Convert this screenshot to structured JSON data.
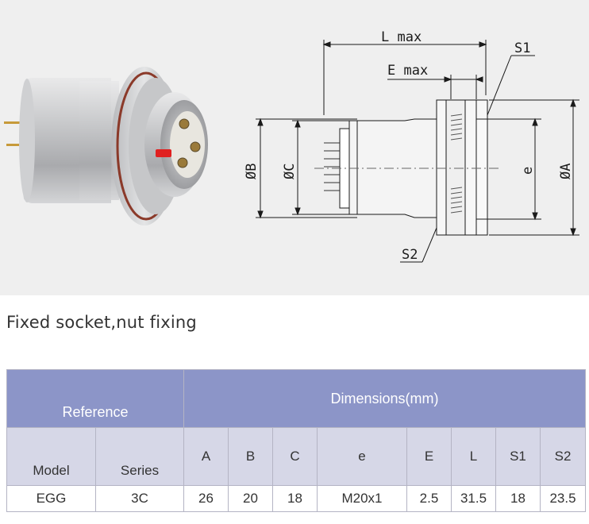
{
  "drawing": {
    "labels": {
      "l_max": "L max",
      "e_max": "E max",
      "s1": "S1",
      "s2": "S2",
      "dia_b": "ØB",
      "dia_c": "ØC",
      "e": "e",
      "dia_a": "ØA"
    }
  },
  "caption": "Fixed socket,nut fixing",
  "table": {
    "group_headers": {
      "reference": "Reference",
      "dimensions": "Dimensions(mm)"
    },
    "columns": {
      "model": "Model",
      "series": "Series",
      "a": "A",
      "b": "B",
      "c": "C",
      "e": "e",
      "e_upper": "E",
      "l": "L",
      "s1": "S1",
      "s2": "S2"
    },
    "row": {
      "model": "EGG",
      "series": "3C",
      "a": "26",
      "b": "20",
      "c": "18",
      "e": "M20x1",
      "e_upper": "2.5",
      "l": "31.5",
      "s1": "18",
      "s2": "23.5"
    }
  },
  "colors": {
    "header_blue": "#8c95c8",
    "header_grey": "#d6d7e7",
    "panel_bg": "#efefef"
  }
}
